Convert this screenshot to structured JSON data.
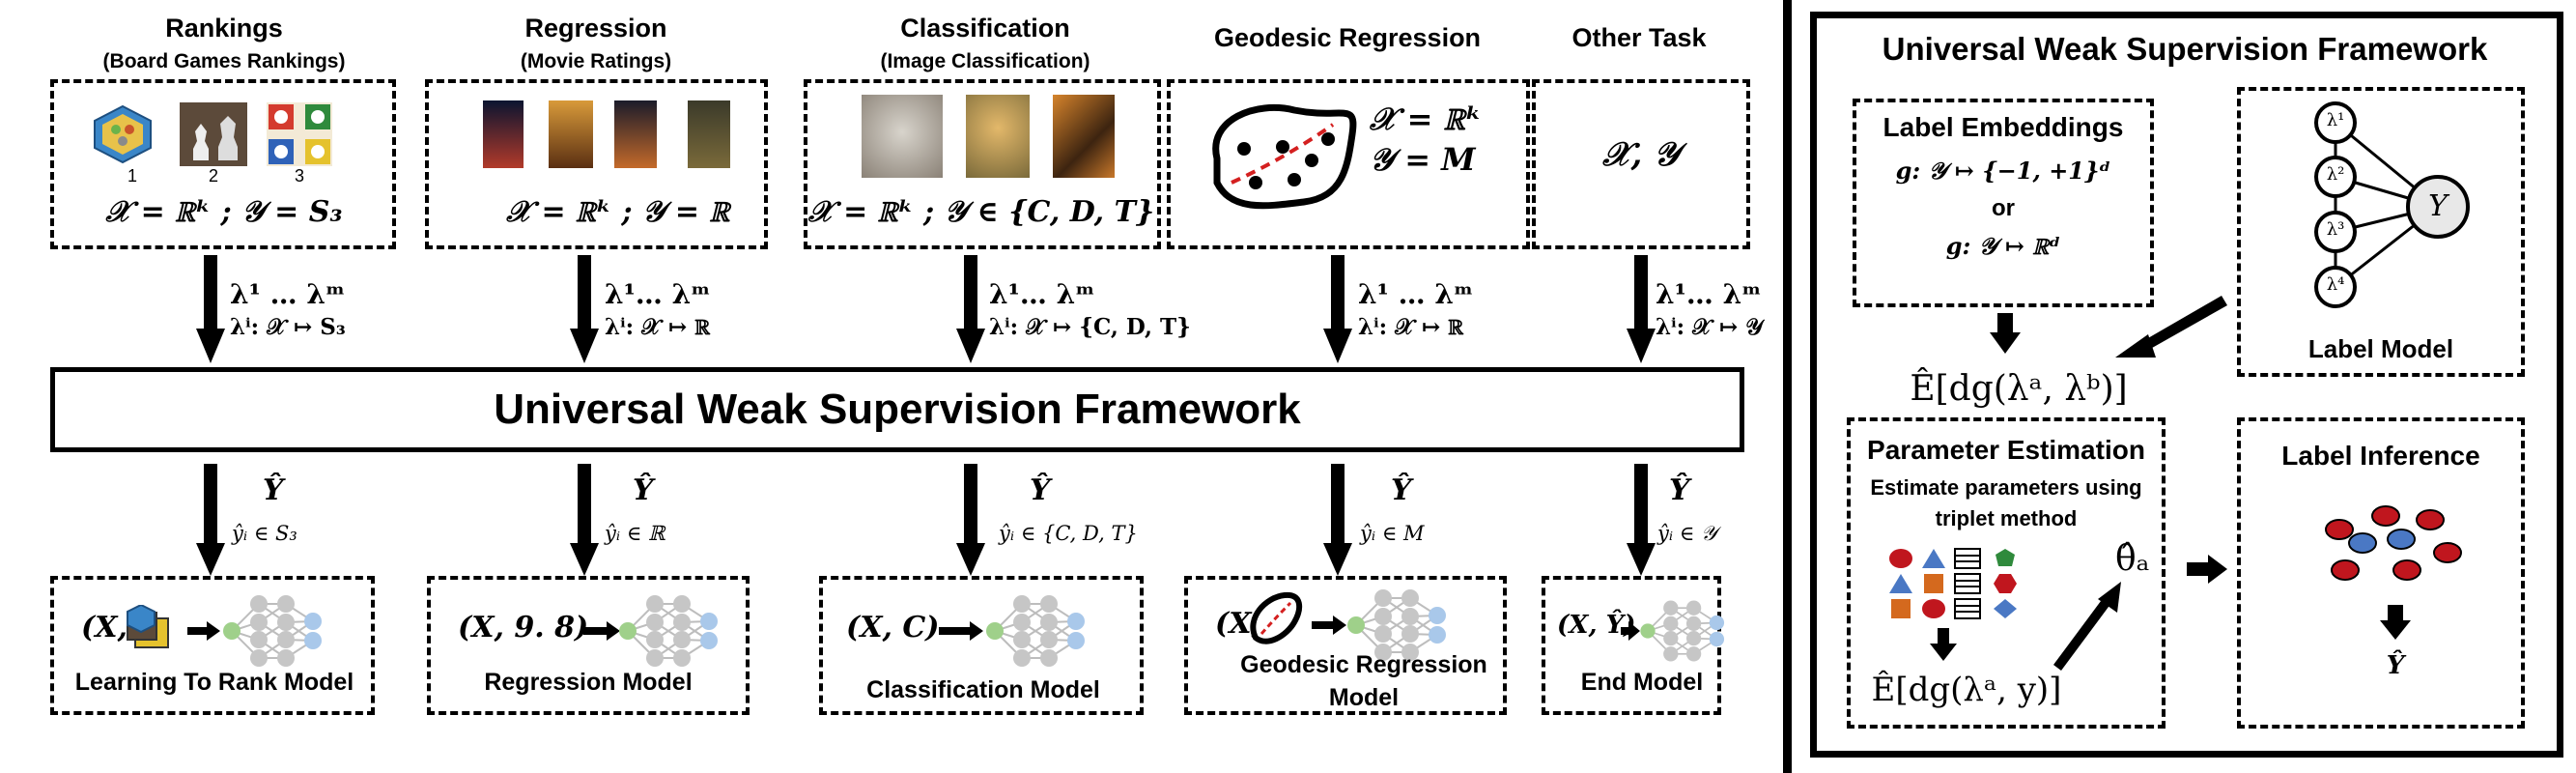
{
  "tasks": [
    {
      "title": "Rankings",
      "subtitle": "(Board Games Rankings)",
      "formula": "𝒳 = ℝᵏ ;  𝒴 = S₃",
      "rank_labels": [
        "1",
        "2",
        "3"
      ],
      "lf_top": "λ¹ … λᵐ",
      "lf_bottom": "λⁱ: 𝒳 ↦ S₃",
      "yhat": "Ŷ",
      "yhat_space": "ŷᵢ ∈ S₃",
      "model_input": "(X,",
      "model_name": "Learning To Rank Model"
    },
    {
      "title": "Regression",
      "subtitle": "(Movie Ratings)",
      "formula": "𝒳 = ℝᵏ ; 𝒴 = ℝ",
      "lf_top": "λ¹… λᵐ",
      "lf_bottom": "λⁱ: 𝒳 ↦ ℝ",
      "yhat": "Ŷ",
      "yhat_space": "ŷᵢ ∈ ℝ",
      "model_input": "(X, 9. 8)",
      "model_name": "Regression Model"
    },
    {
      "title": "Classification",
      "subtitle": "(Image Classification)",
      "formula": "𝒳 = ℝᵏ  ;  𝒴 ∈ {C, D, T}",
      "lf_top": "λ¹… λᵐ",
      "lf_bottom": "λⁱ: 𝒳 ↦ {C, D, T}",
      "yhat": "Ŷ",
      "yhat_space": "ŷᵢ ∈ {C, D, T}",
      "model_input": "(X, C)",
      "model_name": "Classification Model"
    },
    {
      "title": "Geodesic Regression",
      "formula_x": "𝒳 = ℝᵏ",
      "formula_y": "𝒴 = M",
      "lf_top": "λ¹ … λᵐ",
      "lf_bottom": "λⁱ: 𝒳 ↦ ℝ",
      "yhat": "Ŷ",
      "yhat_space": "ŷᵢ ∈ M",
      "model_input": "(X,",
      "model_name_1": "Geodesic Regression",
      "model_name_2": "Model"
    },
    {
      "title": "Other Task",
      "formula": "𝒳, 𝒴",
      "lf_top": "λ¹… λᵐ",
      "lf_bottom": "λⁱ: 𝒳 ↦ 𝒴",
      "yhat": "Ŷ",
      "yhat_space": "ŷᵢ ∈ 𝒴",
      "model_input": "(X, Ŷ)",
      "model_name": "End Model"
    }
  ],
  "framework_banner": "Universal Weak Supervision Framework",
  "right_panel": {
    "title": "Universal Weak Supervision Framework",
    "label_embeddings": {
      "title": "Label Embeddings",
      "line1": "g: 𝒴 ↦ {−1, +1}ᵈ",
      "or": "or",
      "line2": "g: 𝒴 ↦ ℝᵈ"
    },
    "label_model": {
      "title": "Label Model",
      "nodes": [
        "λ¹",
        "λ²",
        "λ³",
        "λ⁴"
      ],
      "target": "Y"
    },
    "expectation_ab": "Ê[dg(λᵃ, λᵇ)]",
    "parameter_estimation": {
      "title": "Parameter Estimation",
      "desc_1": "Estimate parameters using",
      "desc_2": "triplet method",
      "expectation_y": "Ê[dg(λᵃ, y)]"
    },
    "theta": "θ̂ₐ",
    "label_inference": {
      "title": "Label Inference",
      "yhat": "Ŷ"
    }
  },
  "colors": {
    "red": "#c0161e",
    "blue": "#4a78c4",
    "orange": "#d4691e",
    "node_green": "#9fd08a",
    "node_gray": "#c6c6c6",
    "node_blue": "#a9c8ea"
  }
}
